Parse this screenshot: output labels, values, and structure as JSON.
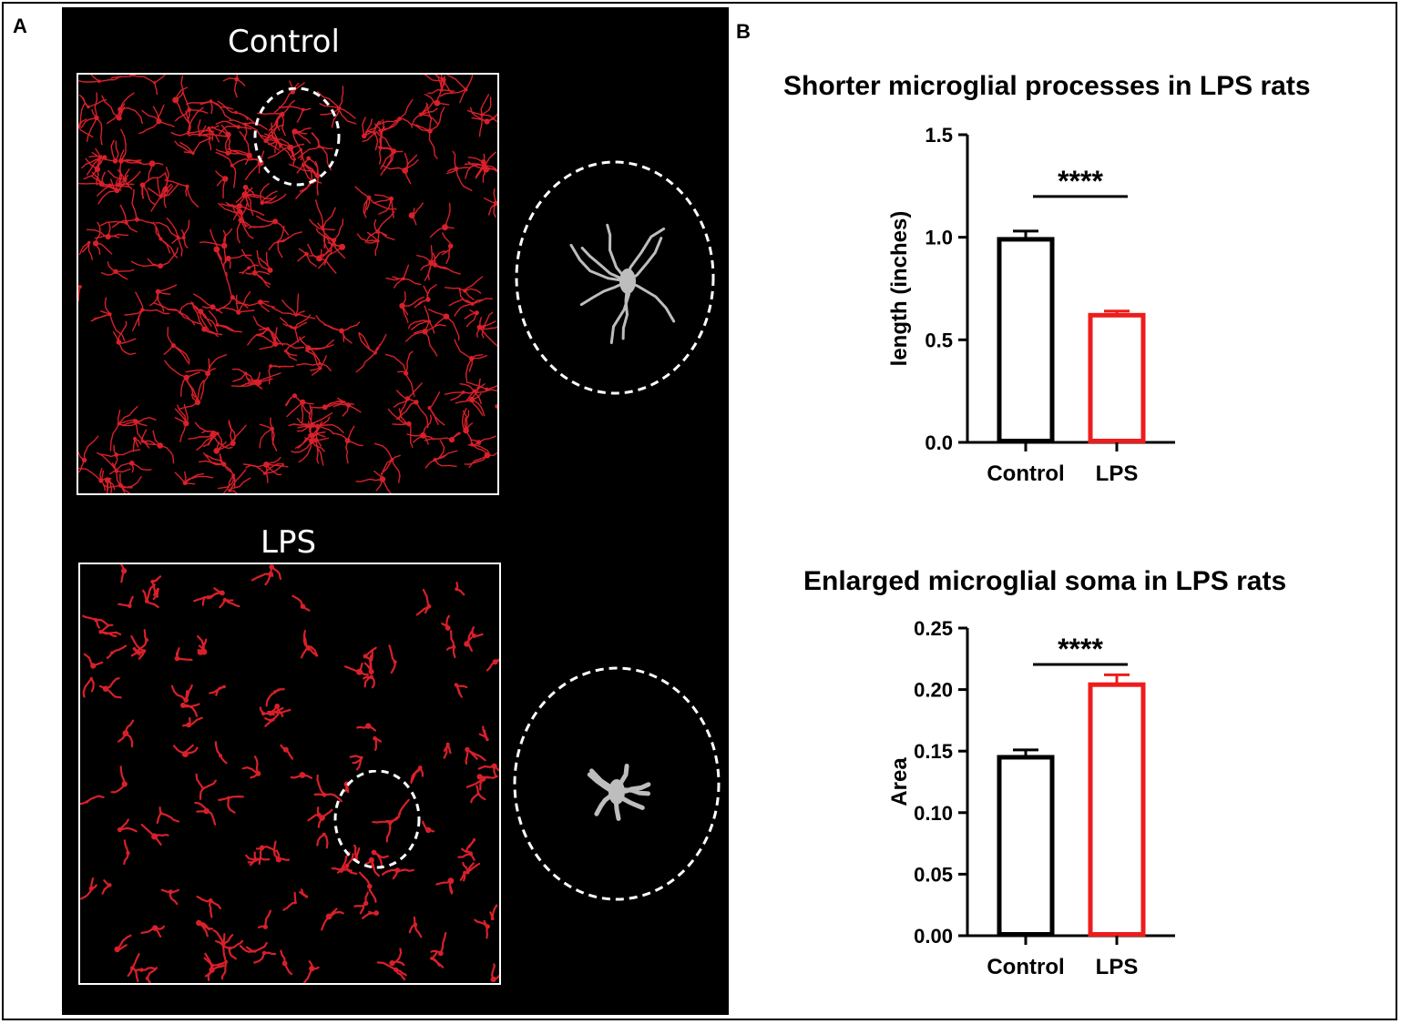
{
  "panel_a": {
    "letter": "A",
    "control_label": "Control",
    "lps_label": "LPS"
  },
  "panel_b": {
    "letter": "B"
  },
  "colors": {
    "control": "#000000",
    "lps": "#ee1c1c",
    "stain": "#d8202a",
    "zoom_cell": "#bdbdbd"
  },
  "chart_data": [
    {
      "type": "bar",
      "title": "Shorter microglial processes in LPS rats",
      "xlabel": "",
      "ylabel": "length (inches)",
      "categories": [
        "Control",
        "LPS"
      ],
      "values": [
        0.99,
        0.62
      ],
      "errors": [
        0.04,
        0.02
      ],
      "ylim": [
        0,
        1.5
      ],
      "ticks": [
        "0.0",
        "0.5",
        "1.0",
        "1.5"
      ],
      "tick_values": [
        0,
        0.5,
        1.0,
        1.5
      ],
      "significance": "****",
      "bar_colors": [
        "#000000",
        "#ee1c1c"
      ],
      "grid": false
    },
    {
      "type": "bar",
      "title": "Enlarged microglial soma in LPS rats",
      "xlabel": "",
      "ylabel": "Area",
      "categories": [
        "Control",
        "LPS"
      ],
      "values": [
        0.145,
        0.204
      ],
      "errors": [
        0.006,
        0.008
      ],
      "ylim": [
        0,
        0.25
      ],
      "ticks": [
        "0.00",
        "0.05",
        "0.10",
        "0.15",
        "0.20",
        "0.25"
      ],
      "tick_values": [
        0,
        0.05,
        0.1,
        0.15,
        0.2,
        0.25
      ],
      "significance": "****",
      "bar_colors": [
        "#000000",
        "#ee1c1c"
      ],
      "grid": false
    }
  ]
}
